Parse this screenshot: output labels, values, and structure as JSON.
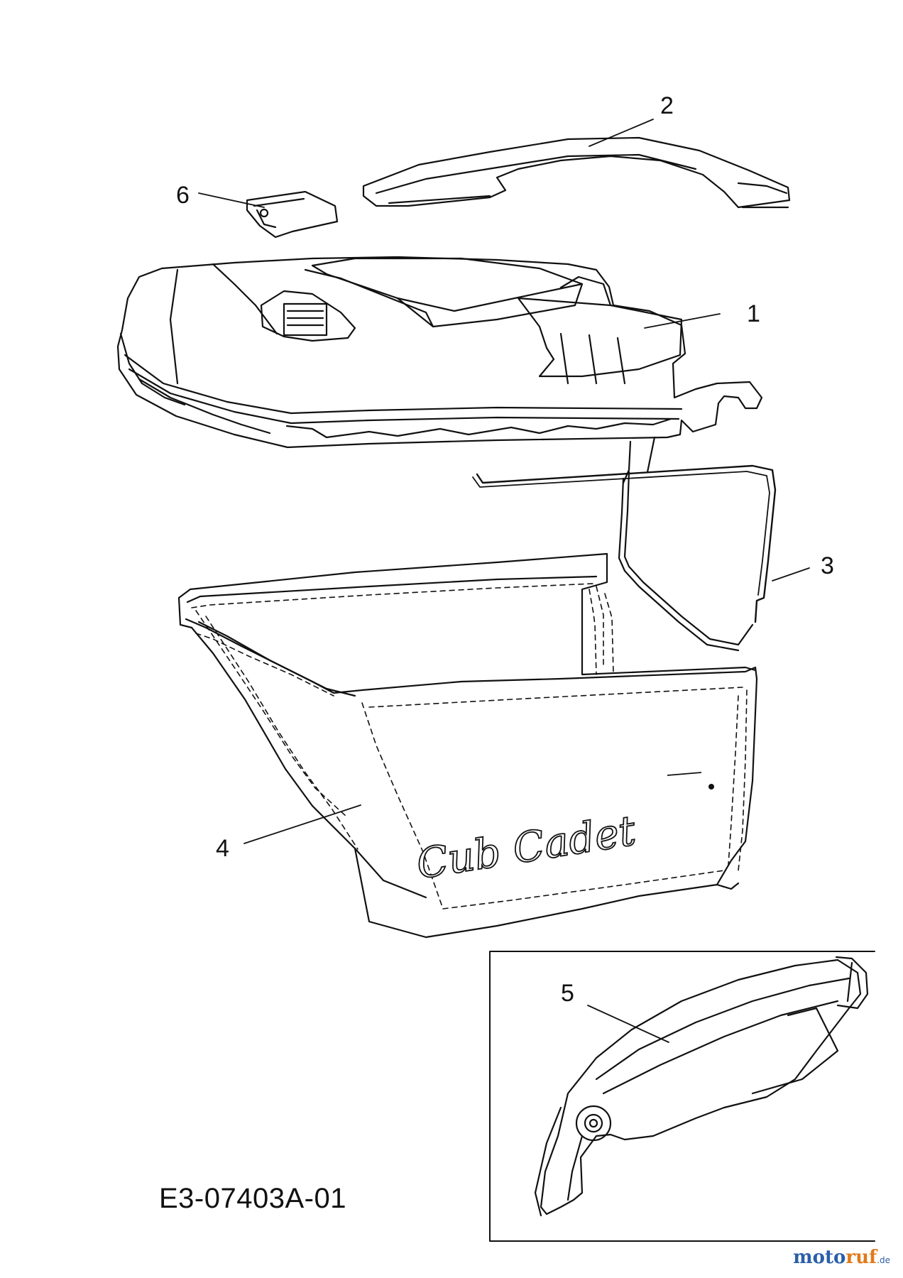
{
  "diagram": {
    "drawing_id": "E3-07403A-01",
    "callouts": [
      "1",
      "2",
      "3",
      "4",
      "5",
      "6"
    ],
    "bag_logo_text": "Cub Cadet",
    "colors": {
      "line": "#111111",
      "background": "#ffffff",
      "bag_fill": "#ffffff",
      "detail_fill": "#f2f2f2"
    }
  },
  "watermark": {
    "main": "moto",
    "accent": "ruf",
    "tld": ".de"
  }
}
